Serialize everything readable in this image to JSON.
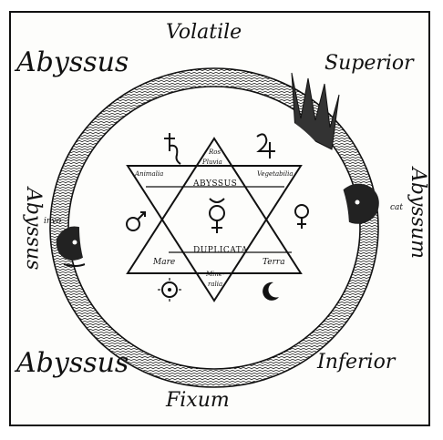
{
  "corners": {
    "top": "Volatile",
    "top_left": "Abyssus",
    "top_right": "Superior",
    "bottom_left": "Abyssus",
    "bottom_right": "Inferior",
    "bottom": "Fixum",
    "left_vertical": "Abyssus",
    "left_small": "invo",
    "right_vertical": "Abyssum",
    "right_small": "cat"
  },
  "star": {
    "center_top": "ABYSSUS",
    "center_bottom": "DUPLICATA",
    "top_point_1": "Ros",
    "top_point_2": "Pluvia",
    "upper_left": "Animalia",
    "upper_right": "Vegetabilia",
    "lower_left": "Mare",
    "lower_right": "Terra",
    "bottom_point_1": "Mine-",
    "bottom_point_2": "ralia"
  },
  "symbols": {
    "top_left": "saturn-icon",
    "top_right": "jupiter-icon",
    "center": "mercury-icon",
    "left": "mars-icon",
    "right": "venus-icon",
    "bottom_left": "sun-icon",
    "bottom_right": "moon-icon"
  },
  "colors": {
    "ink": "#111111",
    "paper": "#fdfdfb"
  }
}
